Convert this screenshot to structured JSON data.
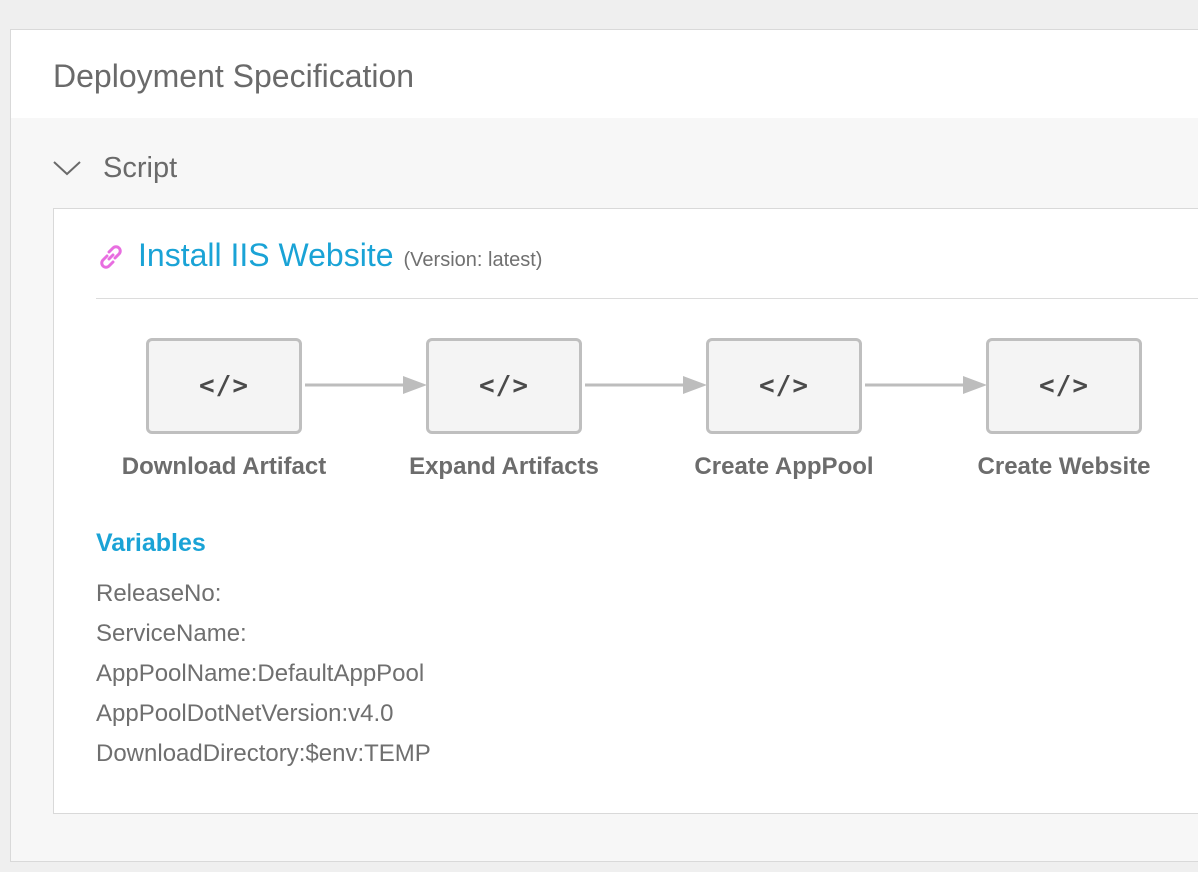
{
  "panel": {
    "title": "Deployment Specification"
  },
  "section": {
    "title": "Script",
    "expanded": true
  },
  "script": {
    "name": "Install IIS Website",
    "version_text": "(Version: latest)",
    "steps": [
      {
        "label": "Download Artifact",
        "icon": "code-icon"
      },
      {
        "label": "Expand Artifacts",
        "icon": "code-icon"
      },
      {
        "label": "Create AppPool",
        "icon": "code-icon"
      },
      {
        "label": "Create Website",
        "icon": "code-icon"
      }
    ],
    "step_icon_glyph": "</>"
  },
  "variables": {
    "title": "Variables",
    "items": [
      "ReleaseNo:",
      "ServiceName:",
      "AppPoolName:DefaultAppPool",
      "AppPoolDotNetVersion:v4.0",
      "DownloadDirectory:$env:TEMP"
    ]
  },
  "colors": {
    "accent": "#1aa3d6",
    "link_icon": "#e86ee0",
    "step_border": "#bfbfbf",
    "connector": "#bdbdbd"
  }
}
